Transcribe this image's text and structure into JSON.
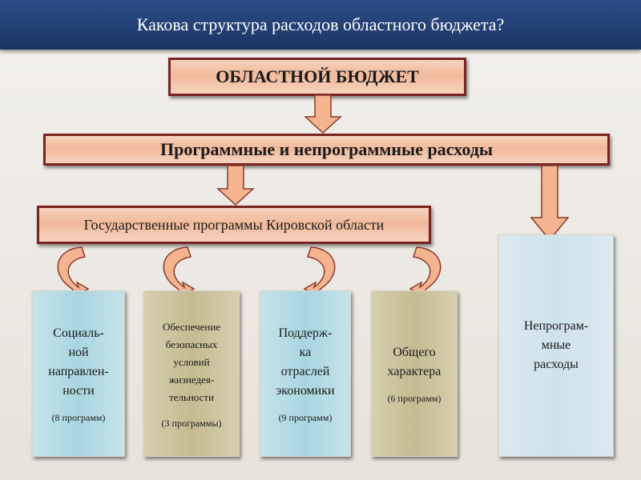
{
  "slide": {
    "title": "Какова структура расходов областного бюджета?"
  },
  "diagram": {
    "root": "ОБЛАСТНОЙ БЮДЖЕТ",
    "expenses": "Программные и непрограммные расходы",
    "programs": "Государственные программы Кировской области",
    "cards": [
      {
        "title": "Социаль-\nной\nнаправлен-\nности",
        "note": "(8 программ)"
      },
      {
        "title": "Обеспечение\nбезопасных\nусловий\nжизнедея-\nтельности",
        "note": "(3 программы)"
      },
      {
        "title": "Поддерж-\nка\nотраслей\nэкономики",
        "note": "(9 программ)"
      },
      {
        "title": "Общего\nхарактера",
        "note": "(6 программ)"
      }
    ],
    "non_program": "Непрограм-\nмные\nрасходы"
  },
  "colors": {
    "title_bar": "#223f73",
    "peach_fill": "#f1b99a",
    "border": "#7a2323",
    "blue_card": "#a9d5e0",
    "olive_card": "#c4bb92"
  }
}
